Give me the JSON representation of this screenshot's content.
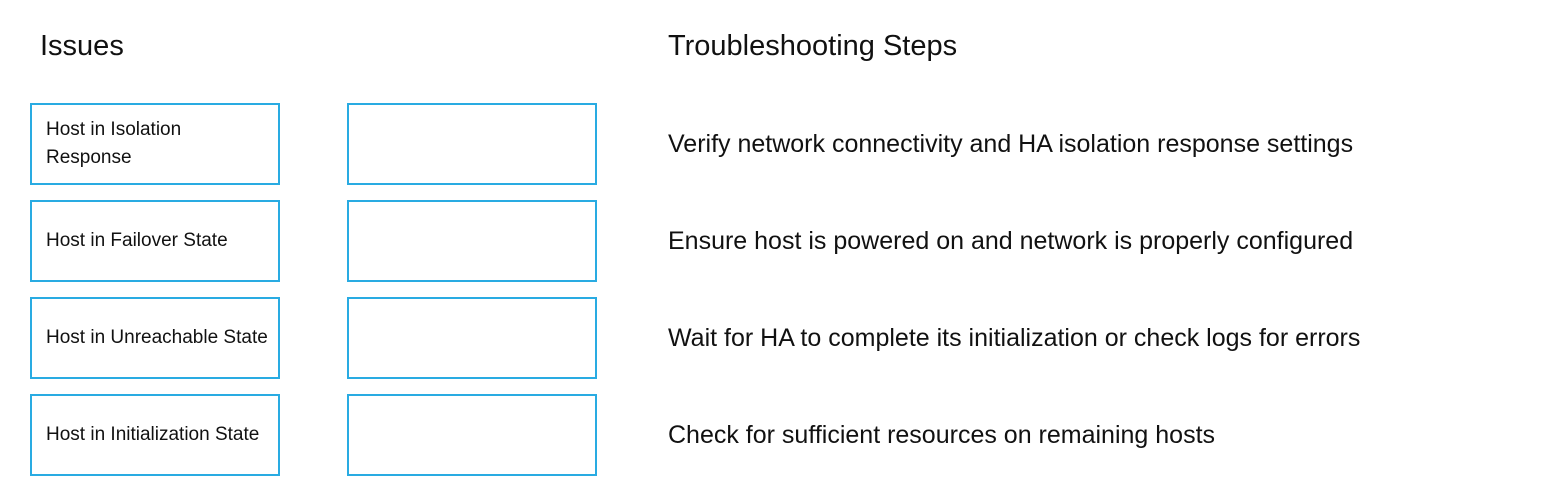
{
  "colors": {
    "box_border": "#29ABE2",
    "text": "#111111",
    "background": "#FFFFFF"
  },
  "issues": {
    "heading": "Issues",
    "items": [
      {
        "label": "Host in Isolation Response"
      },
      {
        "label": "Host in Failover State"
      },
      {
        "label": "Host in Unreachable State"
      },
      {
        "label": "Host in Initialization State"
      }
    ]
  },
  "drop_targets": {
    "values": [
      "",
      "",
      "",
      ""
    ]
  },
  "troubleshooting": {
    "heading": "Troubleshooting Steps",
    "steps": [
      {
        "text": "Verify network connectivity and HA isolation response settings"
      },
      {
        "text": "Ensure host is powered on and network is properly configured"
      },
      {
        "text": "Wait for HA to complete its initialization or check logs for errors"
      },
      {
        "text": "Check for sufficient resources on remaining hosts"
      }
    ]
  }
}
